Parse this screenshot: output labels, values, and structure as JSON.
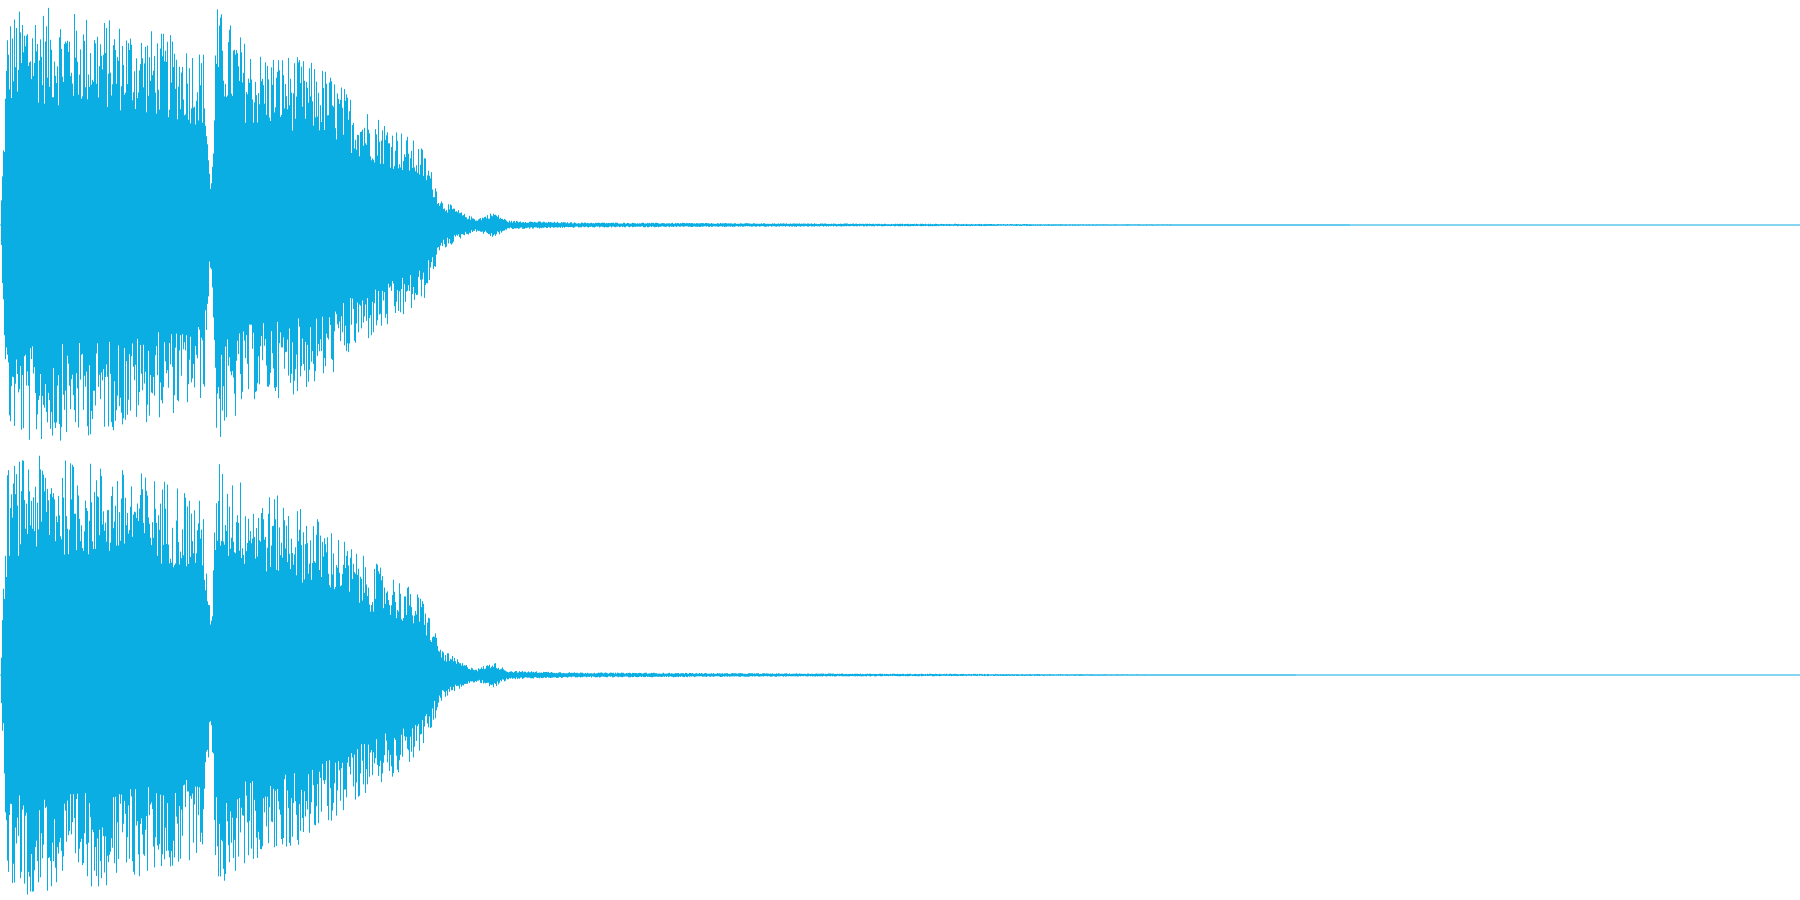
{
  "colors": {
    "waveform": "#0aaee3",
    "background": "#ffffff"
  },
  "channels": [
    {
      "name": "channel-1",
      "envelope": [
        [
          0.0,
          0.0
        ],
        [
          0.004,
          0.95
        ],
        [
          0.015,
          1.0
        ],
        [
          0.05,
          0.96
        ],
        [
          0.08,
          0.9
        ],
        [
          0.1,
          0.85
        ],
        [
          0.113,
          0.8
        ],
        [
          0.117,
          0.15
        ],
        [
          0.12,
          1.0
        ],
        [
          0.14,
          0.8
        ],
        [
          0.16,
          0.78
        ],
        [
          0.18,
          0.72
        ],
        [
          0.2,
          0.55
        ],
        [
          0.22,
          0.45
        ],
        [
          0.235,
          0.35
        ],
        [
          0.245,
          0.12
        ],
        [
          0.258,
          0.05
        ],
        [
          0.265,
          0.03
        ],
        [
          0.274,
          0.06
        ],
        [
          0.282,
          0.02
        ],
        [
          0.32,
          0.012
        ],
        [
          0.4,
          0.009
        ],
        [
          0.5,
          0.006
        ],
        [
          0.6,
          0.004
        ],
        [
          0.7,
          0.002
        ],
        [
          0.75,
          0.0
        ],
        [
          1.0,
          0.0
        ]
      ]
    },
    {
      "name": "channel-2",
      "envelope": [
        [
          0.0,
          0.0
        ],
        [
          0.004,
          0.95
        ],
        [
          0.015,
          1.0
        ],
        [
          0.05,
          0.97
        ],
        [
          0.08,
          0.92
        ],
        [
          0.1,
          0.88
        ],
        [
          0.113,
          0.78
        ],
        [
          0.117,
          0.2
        ],
        [
          0.12,
          0.98
        ],
        [
          0.14,
          0.85
        ],
        [
          0.16,
          0.8
        ],
        [
          0.18,
          0.7
        ],
        [
          0.2,
          0.55
        ],
        [
          0.22,
          0.45
        ],
        [
          0.235,
          0.35
        ],
        [
          0.245,
          0.12
        ],
        [
          0.258,
          0.05
        ],
        [
          0.265,
          0.03
        ],
        [
          0.274,
          0.06
        ],
        [
          0.282,
          0.02
        ],
        [
          0.32,
          0.012
        ],
        [
          0.4,
          0.009
        ],
        [
          0.5,
          0.006
        ],
        [
          0.6,
          0.004
        ],
        [
          0.68,
          0.002
        ],
        [
          0.72,
          0.0
        ],
        [
          1.0,
          0.0
        ]
      ]
    }
  ]
}
